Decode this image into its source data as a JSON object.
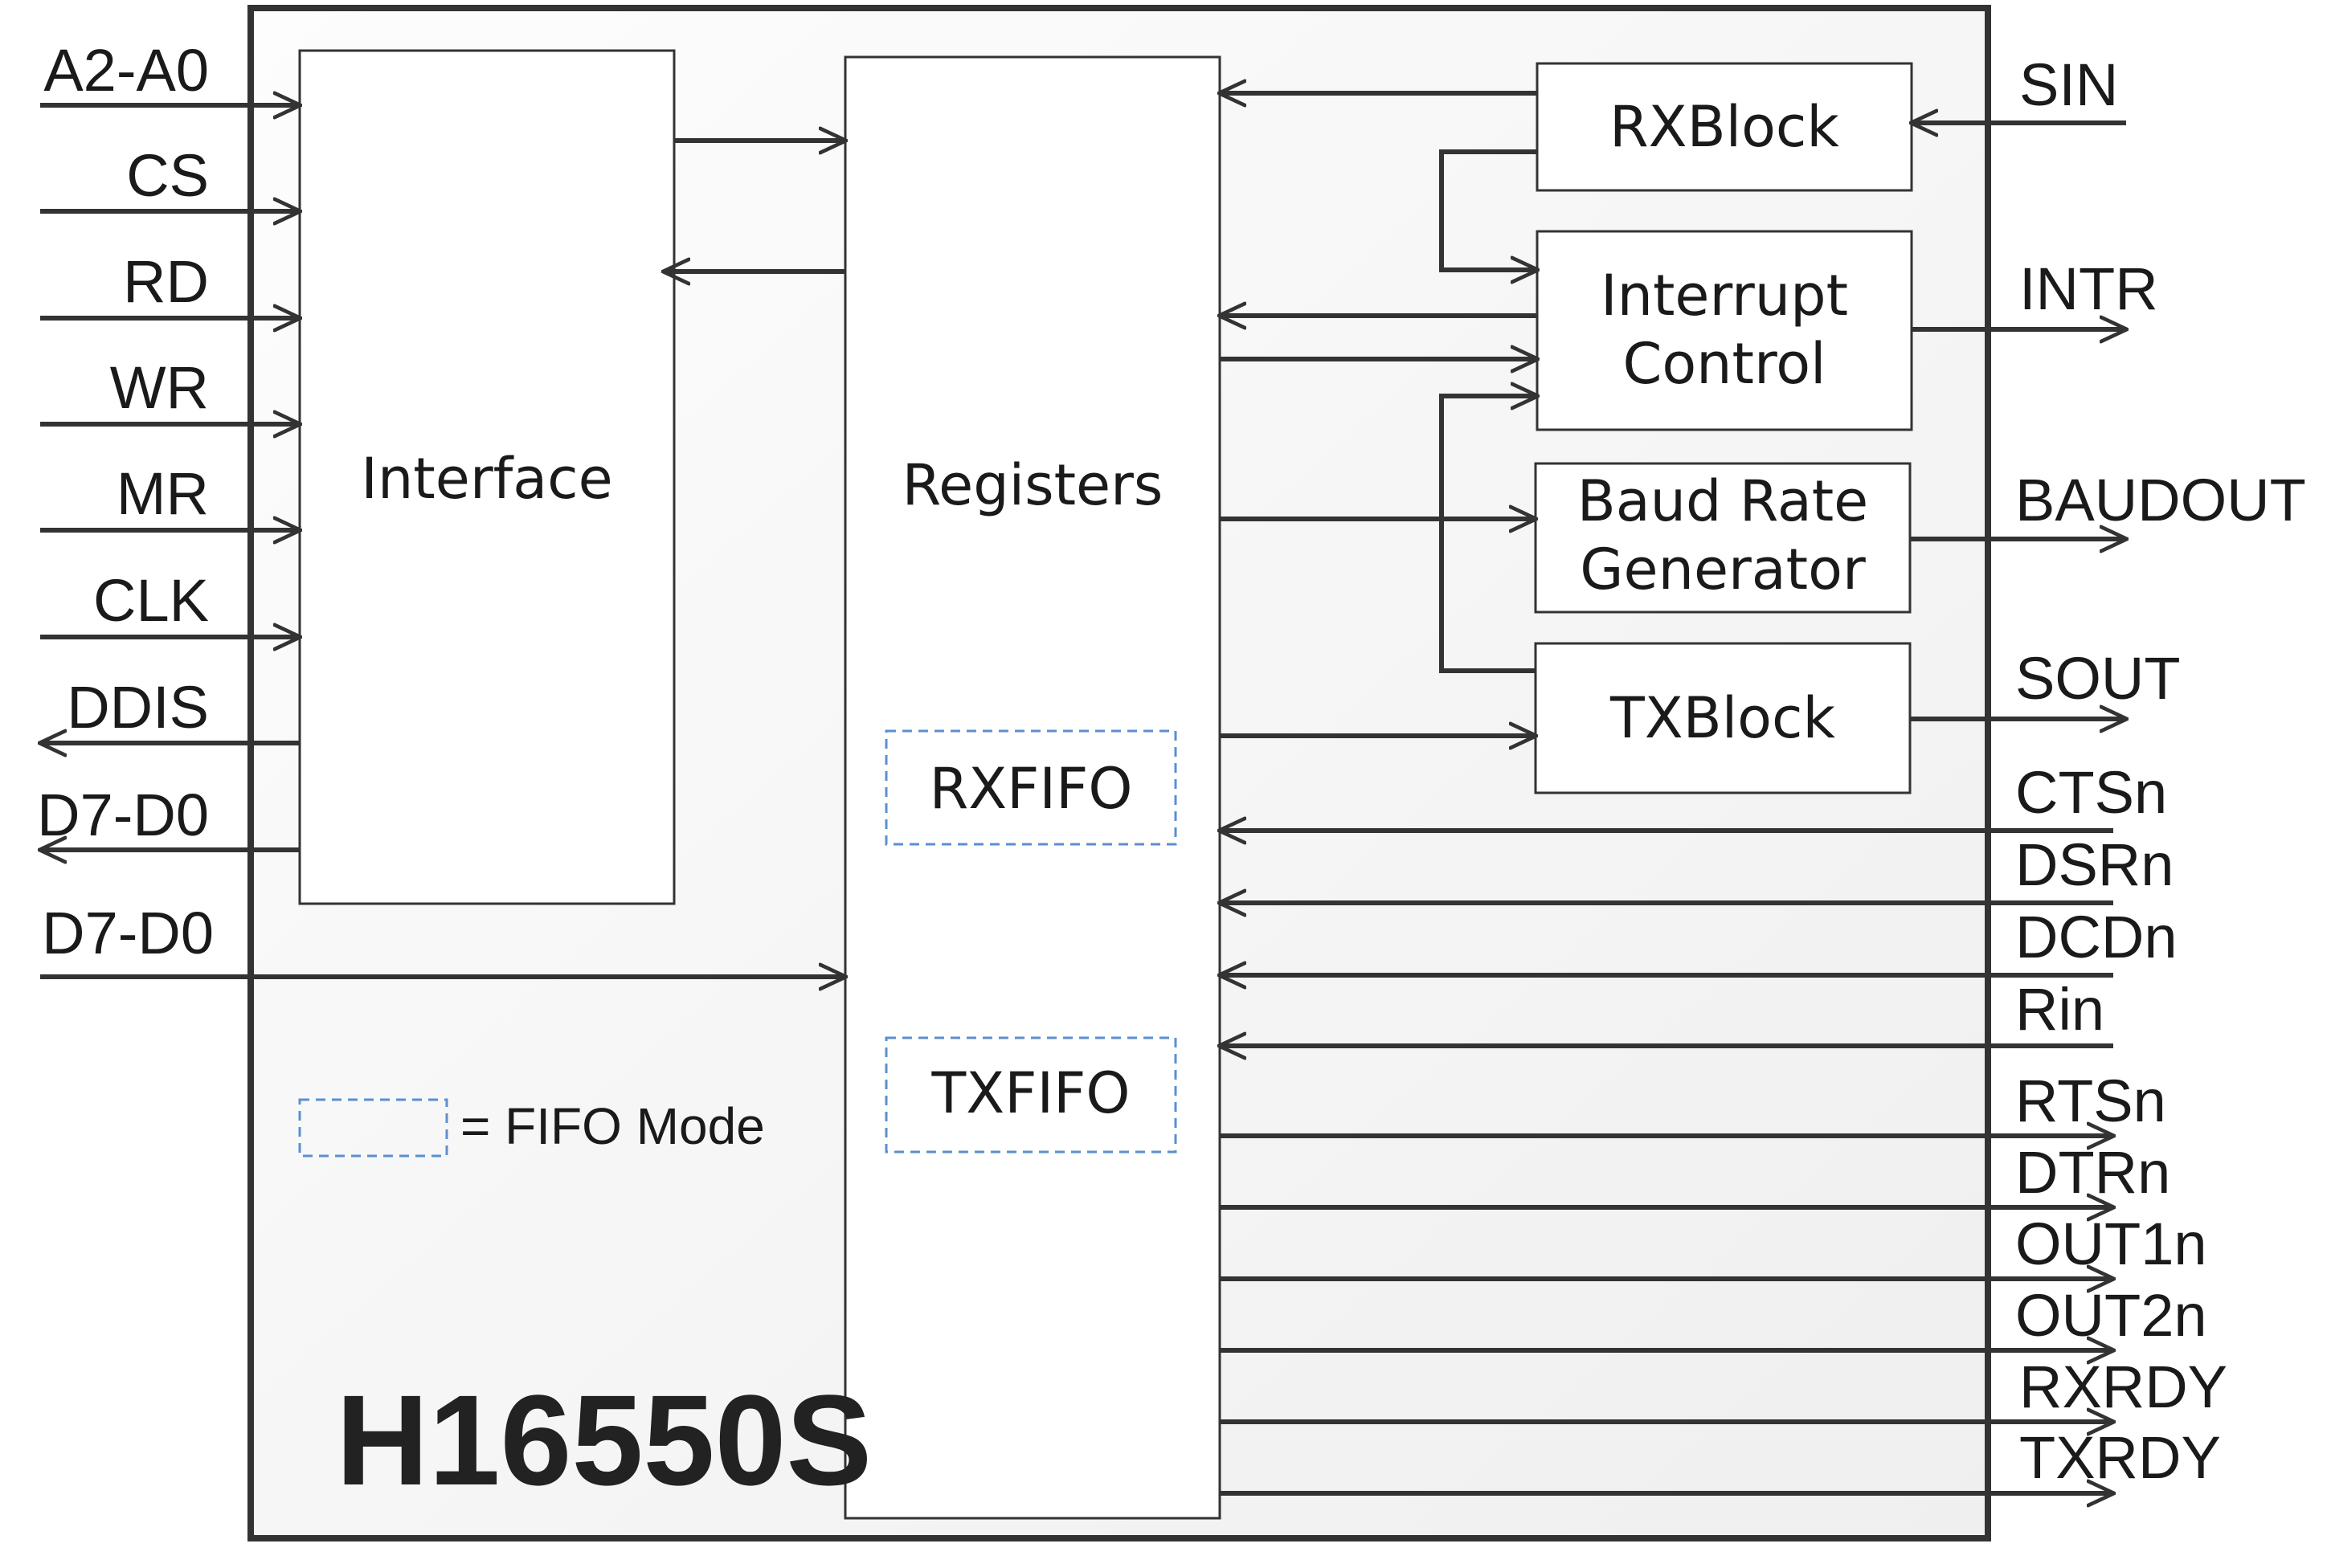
{
  "chip_title": "H16550S",
  "blocks": {
    "interface": "Interface",
    "registers": "Registers",
    "rxfifo": "RXFIFO",
    "txfifo": "TXFIFO",
    "rxblock": "RXBlock",
    "interrupt_control": [
      "Interrupt",
      "Control"
    ],
    "baud_rate_generator": [
      "Baud Rate",
      "Generator"
    ],
    "txblock": "TXBlock"
  },
  "legend": {
    "text": "= FIFO Mode"
  },
  "left_signals": [
    "A2-A0",
    "CS",
    "RD",
    "WR",
    "MR",
    "CLK",
    "DDIS",
    "D7-D0",
    "D7-D0"
  ],
  "right_signals": [
    "SIN",
    "INTR",
    "BAUDOUT",
    "SOUT",
    "CTSn",
    "DSRn",
    "DCDn",
    "Rin",
    "RTSn",
    "DTRn",
    "OUT1n",
    "OUT2n",
    "RXRDY",
    "TXRDY"
  ],
  "colors": {
    "line": "#333333",
    "fifo_dash": "#5b8fd0",
    "chip_fill": "#f6f6f6"
  }
}
